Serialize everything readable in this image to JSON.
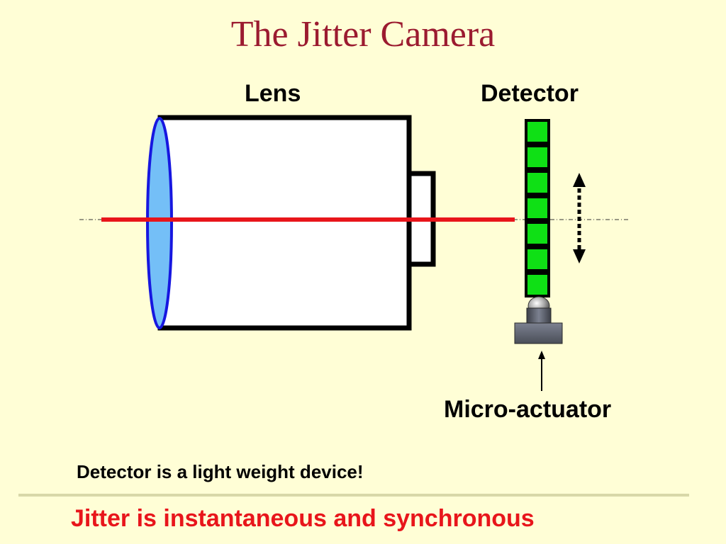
{
  "slide": {
    "title": "The Jitter Camera"
  },
  "diagram": {
    "labels": {
      "lens": "Lens",
      "detector": "Detector",
      "actuator": "Micro-actuator"
    },
    "detector_cell_count": 7
  },
  "notes": {
    "detector_note": "Detector is a light weight device!",
    "footer": "Jitter is instantaneous and synchronous"
  },
  "colors": {
    "background": "#fffed6",
    "title": "#9b1b30",
    "lens_fill": "#74bff7",
    "lens_stroke": "#1717e0",
    "optical_axis": "#e8151b",
    "detector_cell": "#0fe015",
    "footer_text": "#e8151b"
  }
}
